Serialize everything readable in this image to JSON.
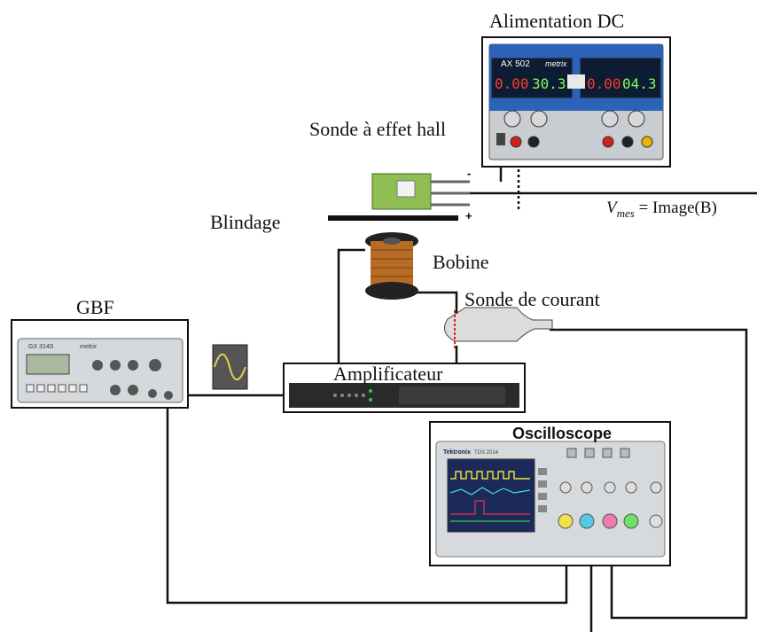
{
  "labels": {
    "power_supply": "Alimentation DC",
    "hall_probe": "Sonde à effet hall",
    "shielding": "Blindage",
    "coil": "Bobine",
    "function_generator": "GBF",
    "current_probe": "Sonde de courant",
    "amplifier": "Amplificateur",
    "oscilloscope": "Oscilloscope",
    "vmes_lhs": "V",
    "vmes_sub": "mes",
    "vmes_rhs": "= Image(B)"
  },
  "supply": {
    "model": "AX 502",
    "brand": "metrix",
    "display_left_a": "0.00",
    "display_left_b": "30.3",
    "display_right_a": "0.00",
    "display_right_b": "04.3"
  },
  "gbf": {
    "model": "GX 314S",
    "brand": "metrix"
  },
  "scope": {
    "brand": "Tektronix",
    "model": "TDS 2014"
  },
  "polarity": {
    "minus": "-",
    "plus": "+"
  },
  "colors": {
    "supply_panel": "#2b63b8",
    "display_red": "#ff3b2a",
    "display_green": "#7dff5a",
    "coil_copper": "#b86b24",
    "wire": "#111111"
  }
}
